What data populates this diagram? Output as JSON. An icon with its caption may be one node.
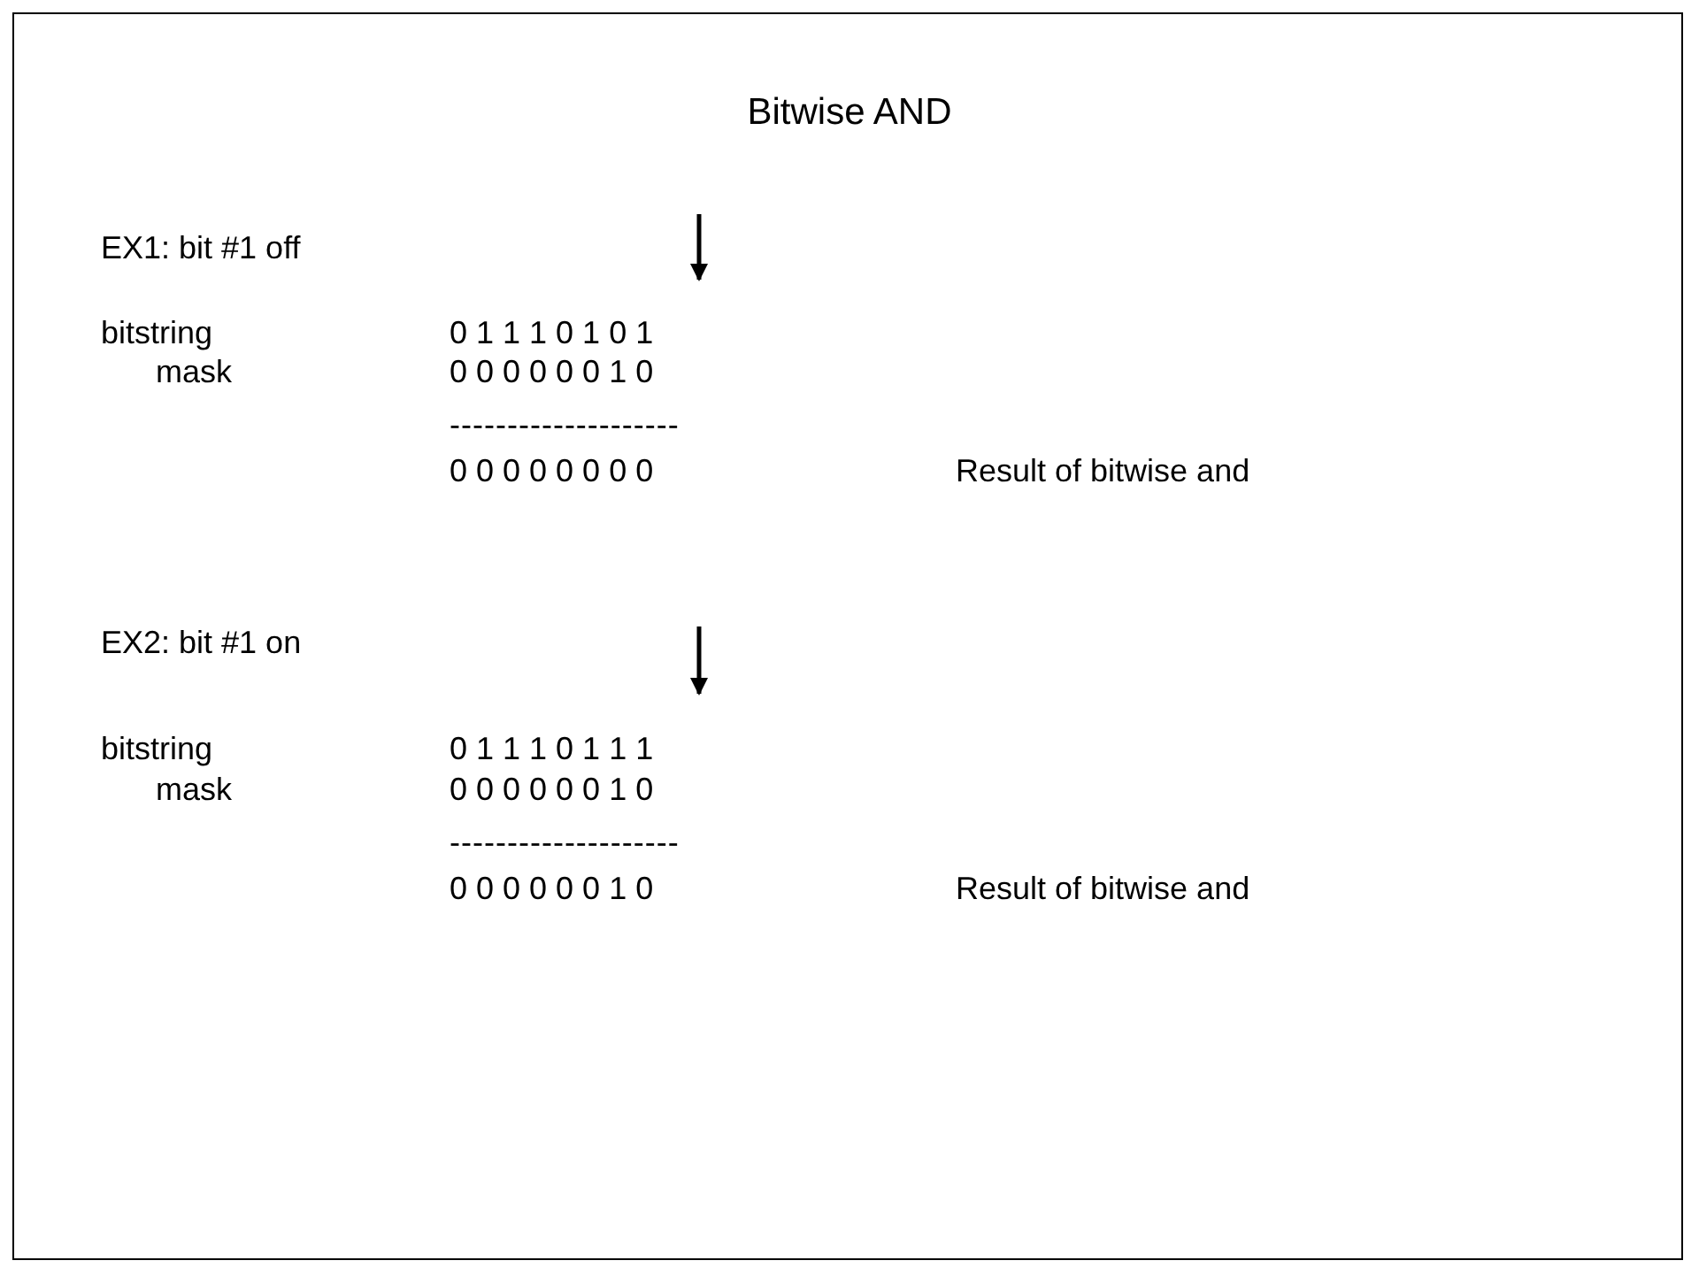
{
  "diagram": {
    "title": "Bitwise AND",
    "labels": [
      "EX1: bit #1 off",
      "bitstring",
      "0 1 1 1 0 1 0 1",
      "mask",
      "0 0 0 0 0 0 1 0",
      "--------------------",
      "0 0 0 0 0 0 0 0",
      "Result of bitwise and",
      "EX2: bit #1 on",
      "bitstring",
      "0 1 1 1 0 1 1 1",
      "mask",
      "0 0 0 0 0 0 1 0",
      "--------------------",
      "0 0 0 0 0 0 1 0",
      "Result of bitwise and"
    ]
  }
}
